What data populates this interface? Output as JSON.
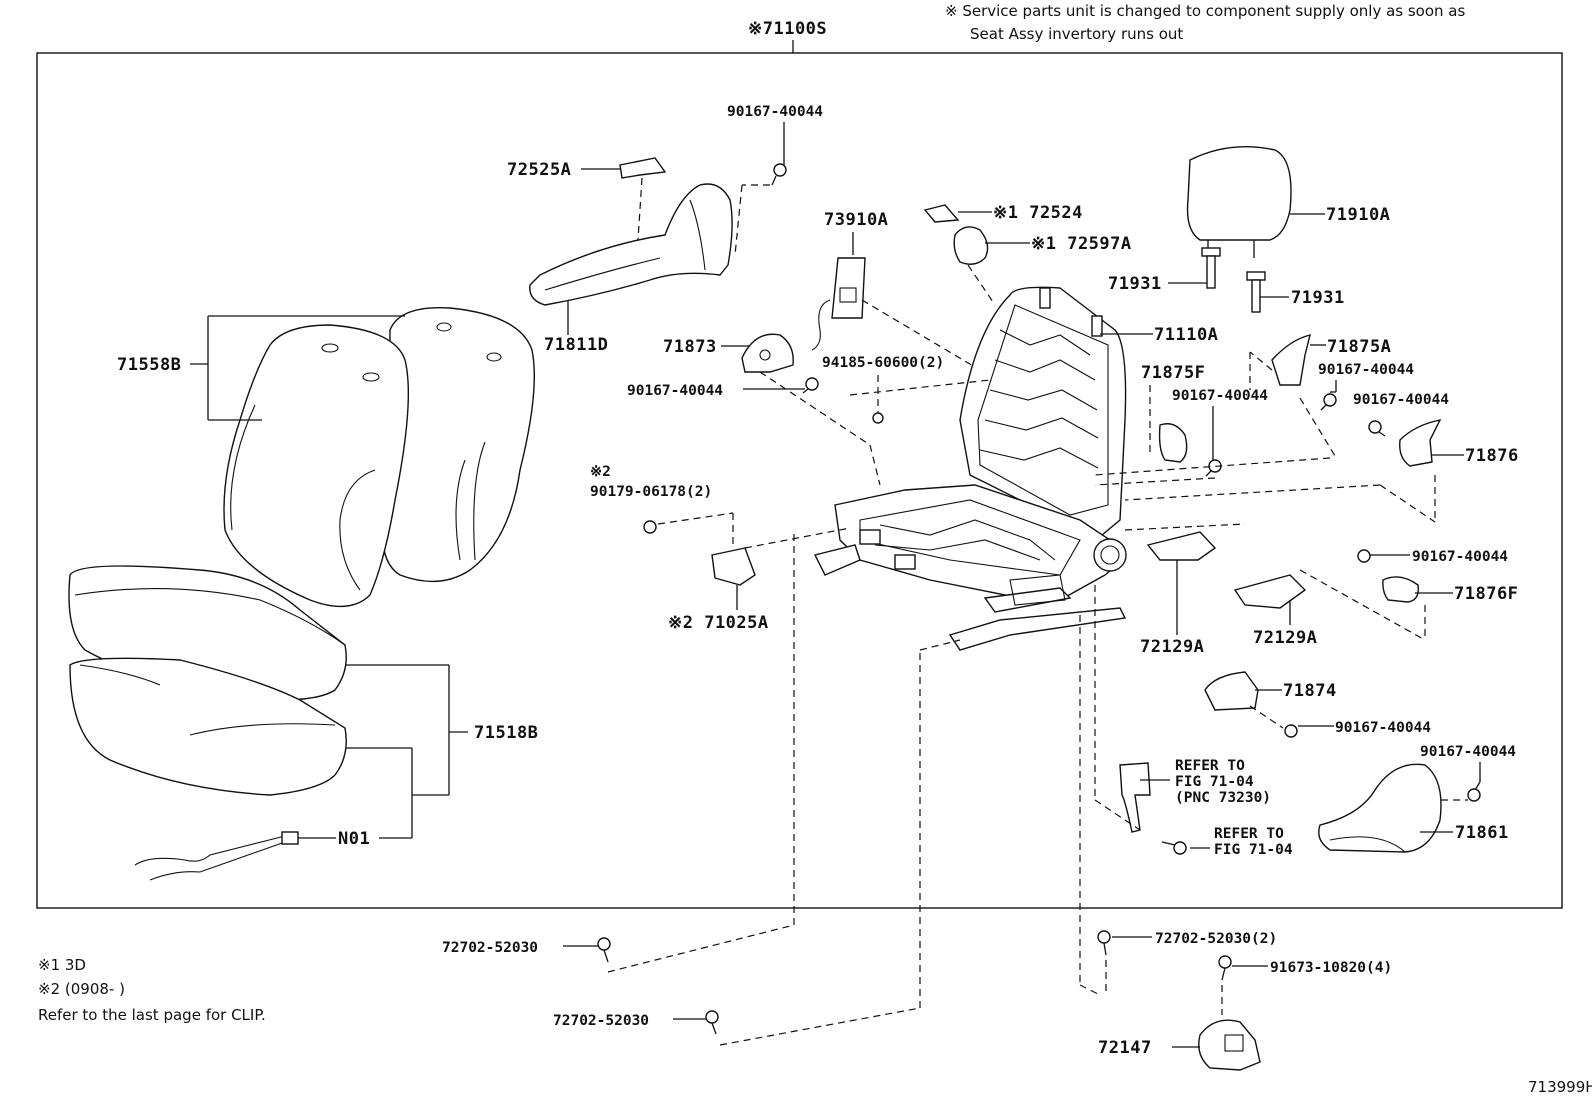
{
  "header": {
    "note_line1": "※ Service parts unit is changed to component supply only as soon as",
    "note_line2": "Seat Assy invertory runs out",
    "assembly_label": "※71100S"
  },
  "labels": {
    "p90167_top": "90167-40044",
    "p72525A": "72525A",
    "p71811D": "71811D",
    "p71558B": "71558B",
    "p73910A": "73910A",
    "p72524": "※1 72524",
    "p72597A": "※1 72597A",
    "p71910A": "71910A",
    "p71931a": "71931",
    "p71931b": "71931",
    "p71110A": "71110A",
    "p71873": "71873",
    "p90167_71873": "90167-40044",
    "p94185": "94185-60600(2)",
    "p71875F": "71875F",
    "p90167_71875F": "90167-40044",
    "p71875A": "71875A",
    "p90167_71875A": "90167-40044",
    "p90167_71876": "90167-40044",
    "p71876": "71876",
    "p90179_mark": "※2",
    "p90179": "90179-06178(2)",
    "p71025A": "※2 71025A",
    "p90167_71876F": "90167-40044",
    "p71876F": "71876F",
    "p72129A_a": "72129A",
    "p72129A_b": "72129A",
    "p71874": "71874",
    "p90167_71874": "90167-40044",
    "p71518B": "71518B",
    "p90167_71861": "90167-40044",
    "p71861": "71861",
    "refer1_l1": "REFER TO",
    "refer1_l2": "FIG 71-04",
    "refer1_l3": "(PNC 73230)",
    "refer2_l1": "REFER TO",
    "refer2_l2": "FIG 71-04",
    "pN01": "N01",
    "p72702_a": "72702-52030",
    "p72702_b": "72702-52030",
    "p72702_c": "72702-52030(2)",
    "p91673": "91673-10820(4)",
    "p72147": "72147"
  },
  "footnotes": {
    "n1": "※1 3D",
    "n2": "※2 (0908-      )",
    "n3": "Refer to the last page for CLIP."
  },
  "figure_id": "713999H"
}
